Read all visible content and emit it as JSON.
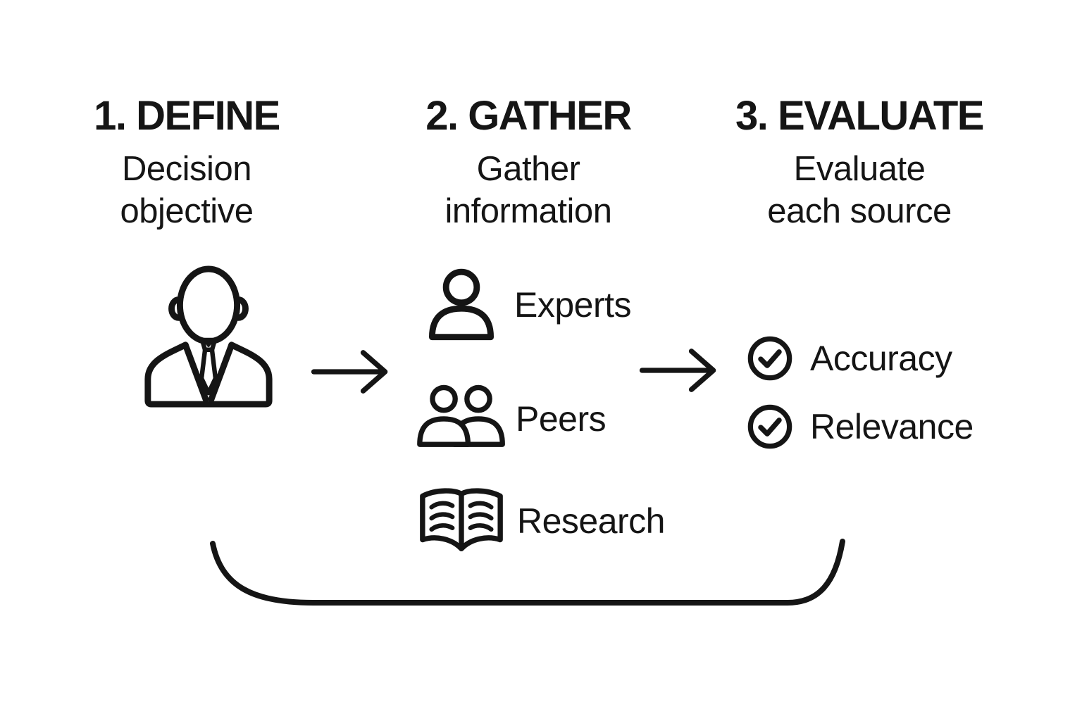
{
  "colors": {
    "background": "#ffffff",
    "ink": "#151515"
  },
  "steps": [
    {
      "title": "1. DEFINE",
      "subtitle_line1": "Decision",
      "subtitle_line2": "objective"
    },
    {
      "title": "2. GATHER",
      "subtitle_line1": "Gather",
      "subtitle_line2": "information"
    },
    {
      "title": "3. EVALUATE",
      "subtitle_line1": "Evaluate",
      "subtitle_line2": "each source"
    }
  ],
  "define": {
    "icon": "businessman-icon"
  },
  "gather": {
    "items": [
      {
        "label": "Experts",
        "icon": "person-icon"
      },
      {
        "label": "Peers",
        "icon": "people-icon"
      },
      {
        "label": "Research",
        "icon": "open-book-icon"
      }
    ]
  },
  "evaluate": {
    "items": [
      {
        "label": "Accuracy",
        "icon": "check-circle-icon"
      },
      {
        "label": "Relevance",
        "icon": "check-circle-icon"
      }
    ]
  },
  "connectors": {
    "arrow_define_to_gather": "right-arrow-icon",
    "arrow_gather_to_evaluate": "right-arrow-icon",
    "loop": "feedback-loop-curve"
  }
}
